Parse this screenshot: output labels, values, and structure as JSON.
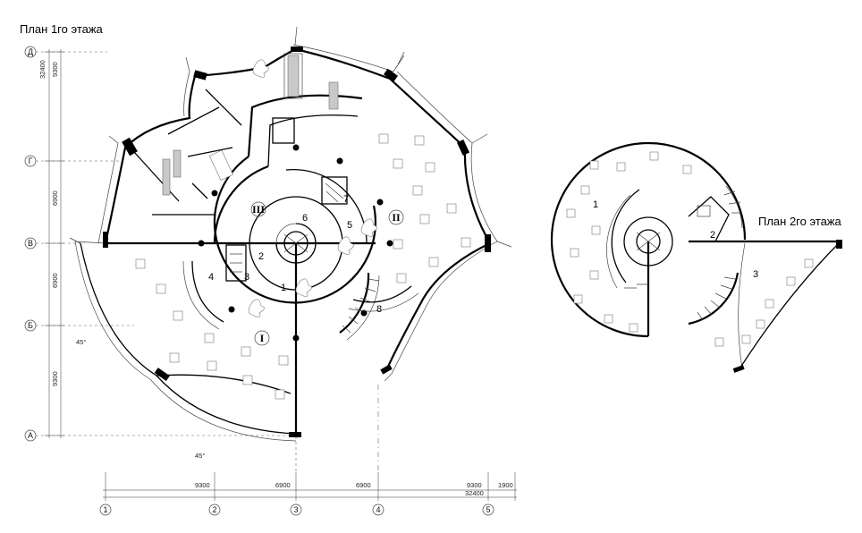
{
  "titles": {
    "floor1": "План 1го этажа",
    "floor2": "План 2го этажа"
  },
  "axes_letters": [
    "Д",
    "Г",
    "В",
    "Б",
    "А"
  ],
  "axes_numbers": [
    "1",
    "2",
    "3",
    "4",
    "5"
  ],
  "left_dims": {
    "total": "32400",
    "top": "9300",
    "segments": [
      "6900",
      "6900",
      "9300"
    ]
  },
  "bottom_dims": {
    "segments": [
      "9300",
      "6900",
      "6900",
      "9300"
    ],
    "total": "32400",
    "extra": "1900"
  },
  "angles": [
    "45°",
    "45°"
  ],
  "floor1_rooms": [
    "1",
    "2",
    "3",
    "4",
    "5",
    "6",
    "7",
    "8"
  ],
  "floor1_zones": [
    "I",
    "II",
    "III"
  ],
  "floor2_rooms": [
    "1",
    "2",
    "3"
  ]
}
